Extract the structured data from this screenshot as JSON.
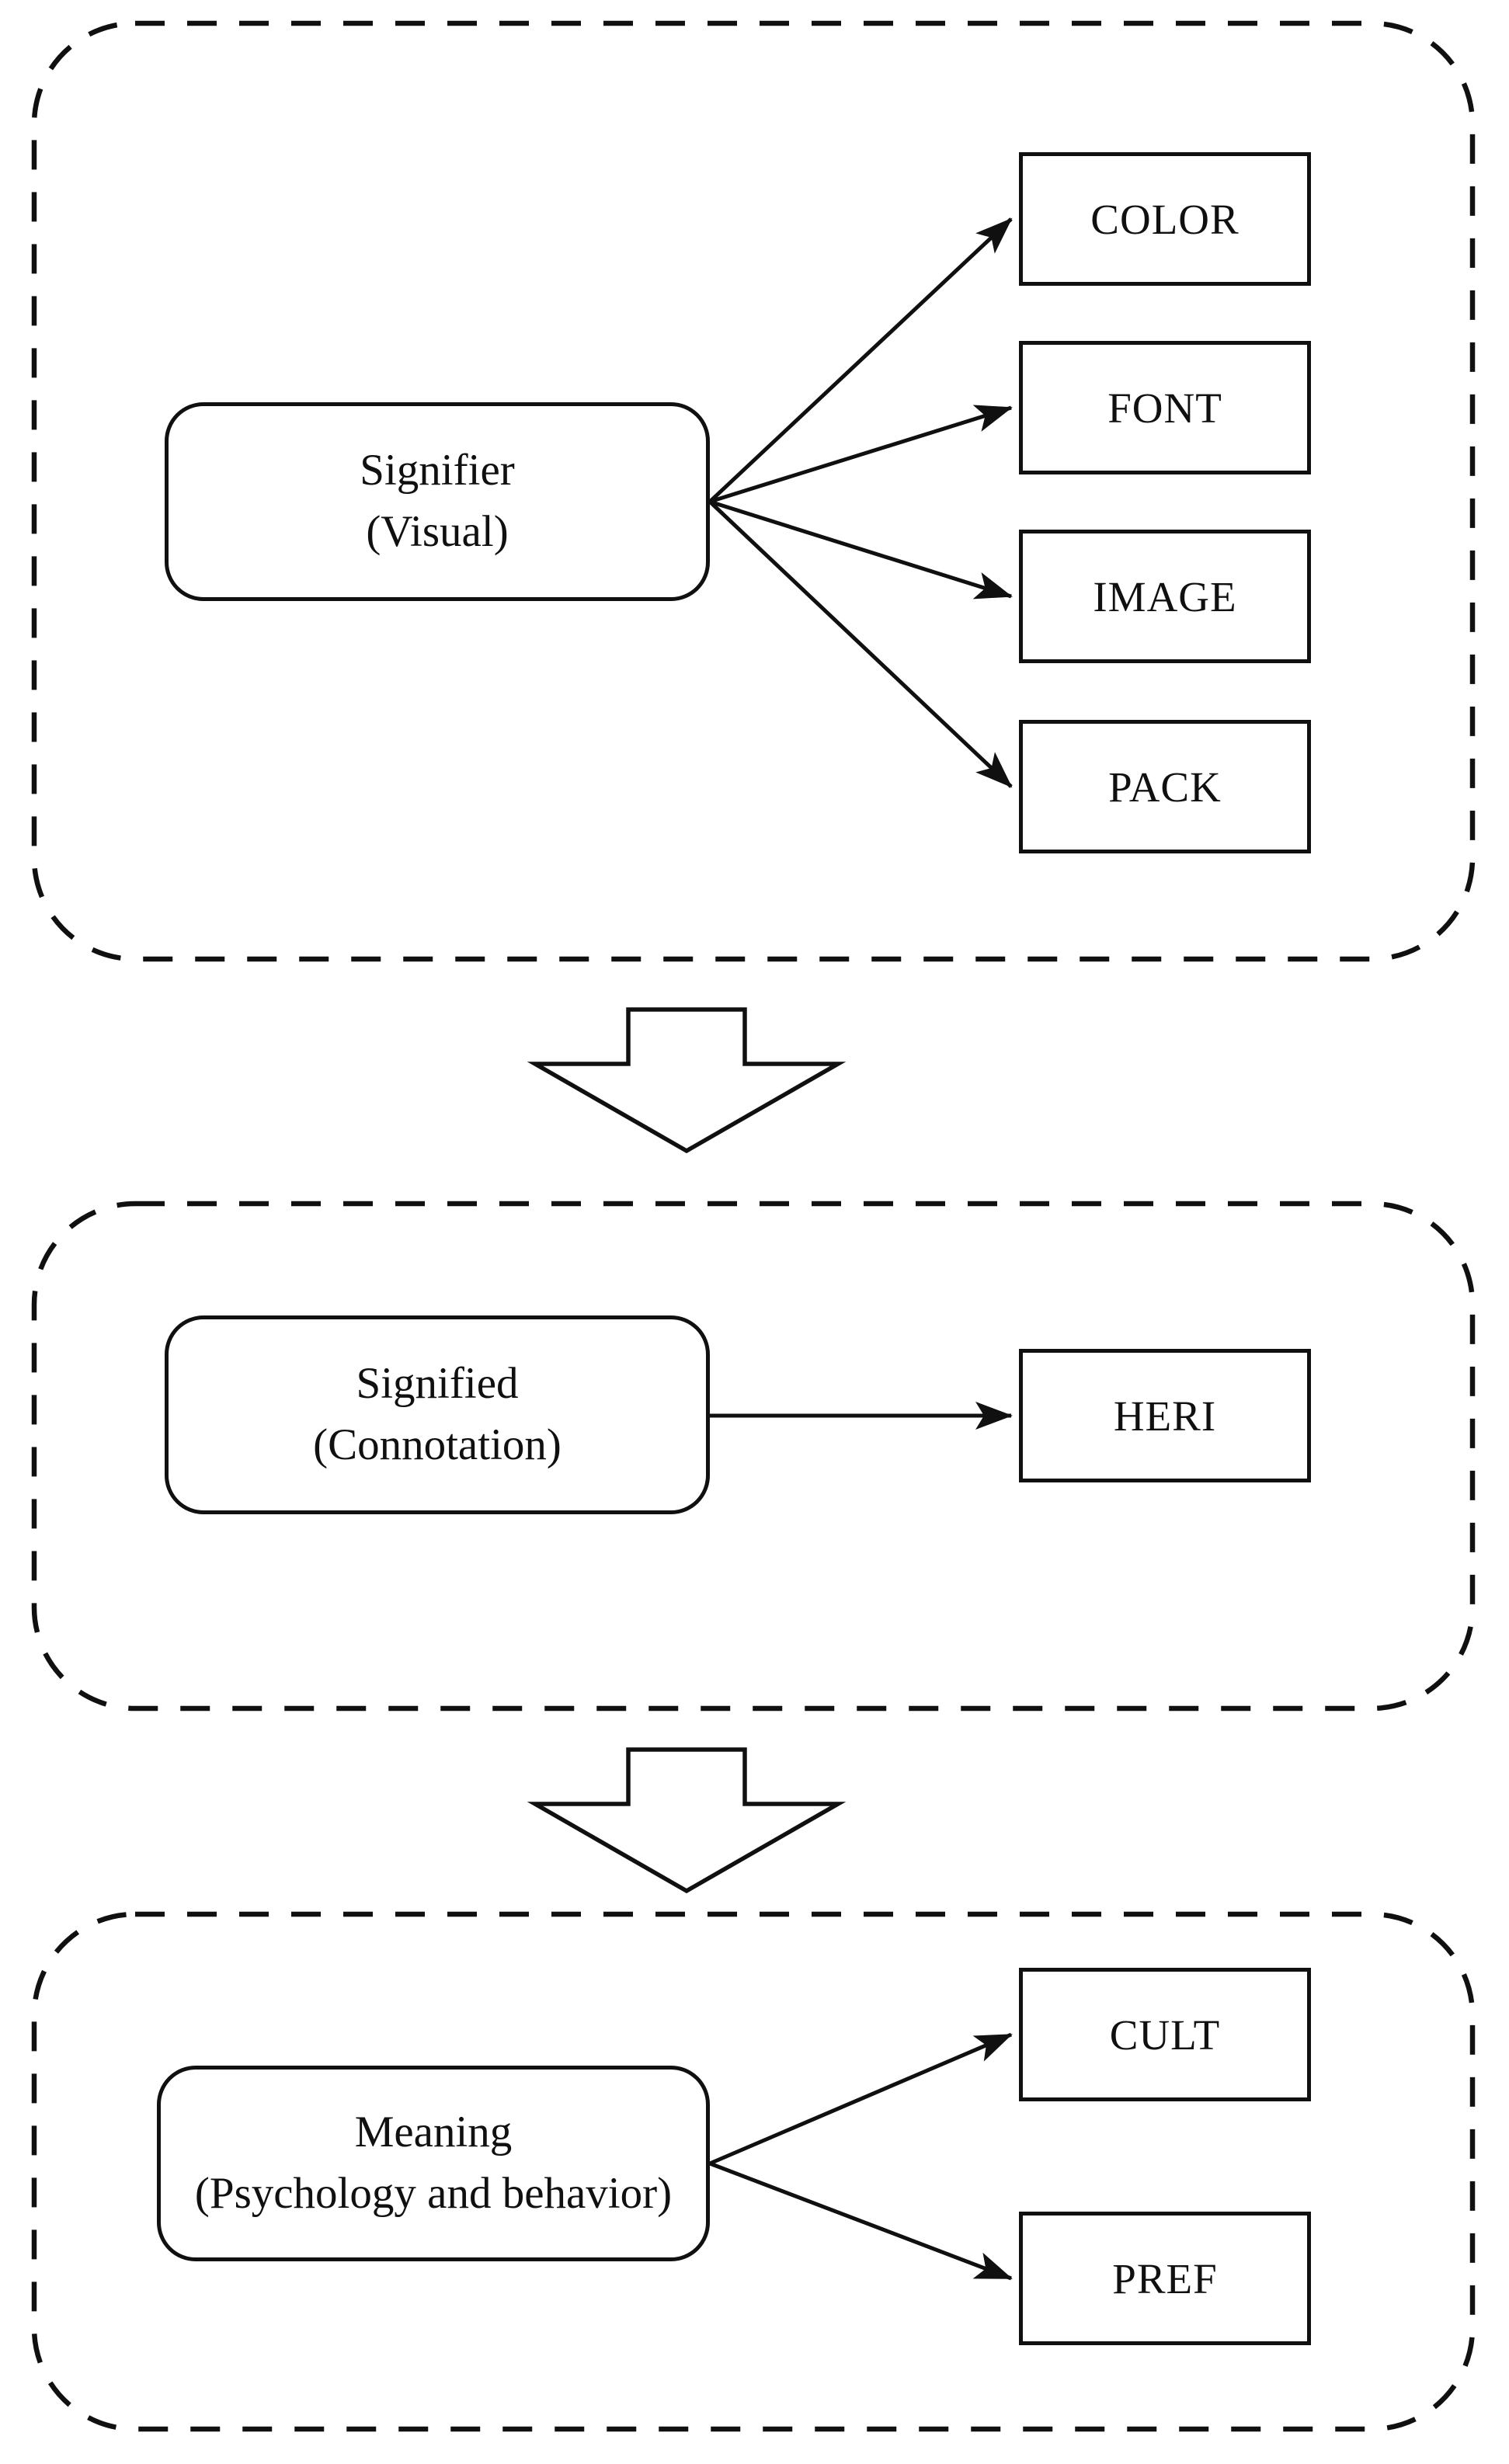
{
  "figure": {
    "title": "Semiotic flow diagram",
    "colors": {
      "ink": "#101010",
      "paper": "#ffffff"
    },
    "sections": [
      {
        "name": "signifier",
        "source": {
          "line1": "Signifier",
          "line2": "(Visual)"
        },
        "targets": [
          {
            "label": "COLOR"
          },
          {
            "label": "FONT"
          },
          {
            "label": "IMAGE"
          },
          {
            "label": "PACK"
          }
        ]
      },
      {
        "name": "signified",
        "source": {
          "line1": "Signified",
          "line2": "(Connotation)"
        },
        "targets": [
          {
            "label": "HERI"
          }
        ]
      },
      {
        "name": "meaning",
        "source": {
          "line1": "Meaning",
          "line2": "(Psychology and behavior)"
        },
        "targets": [
          {
            "label": "CULT"
          },
          {
            "label": "PREF"
          }
        ]
      }
    ]
  }
}
